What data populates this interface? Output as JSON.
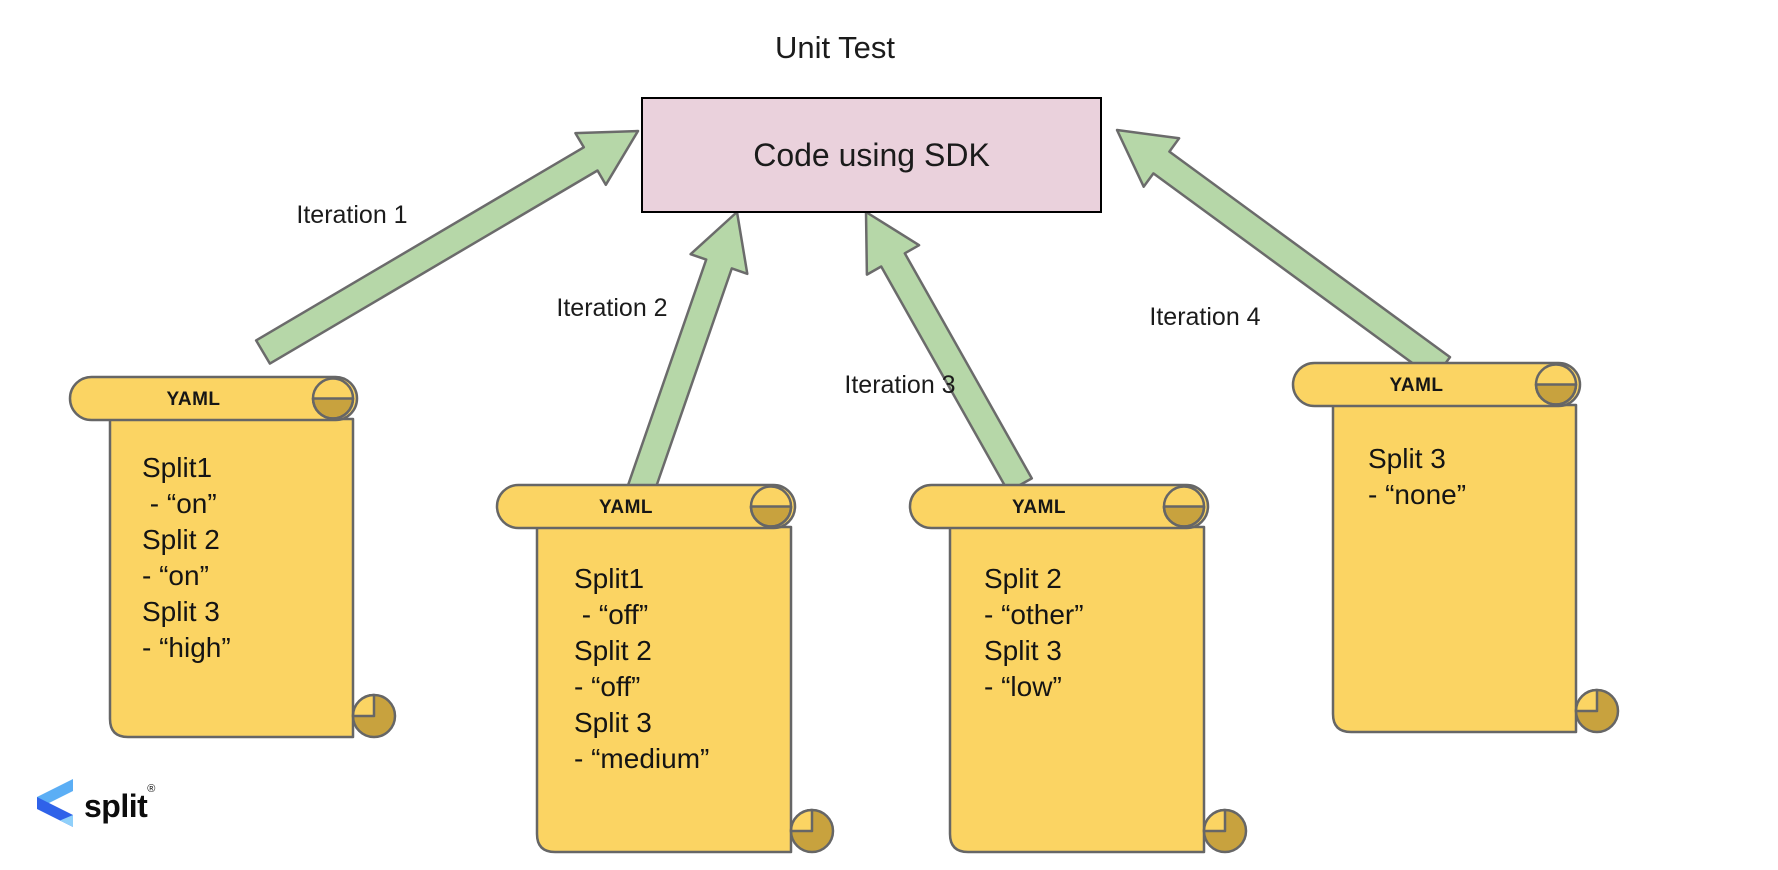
{
  "title": "Unit Test",
  "box": {
    "label": "Code using SDK"
  },
  "arrows": [
    {
      "label": "Iteration 1"
    },
    {
      "label": "Iteration 2"
    },
    {
      "label": "Iteration 3"
    },
    {
      "label": "Iteration 4"
    }
  ],
  "scrolls": [
    {
      "header": "YAML",
      "lines": [
        "Split1",
        " - “on”",
        "Split 2",
        "- “on”",
        "Split 3",
        "- “high”"
      ]
    },
    {
      "header": "YAML",
      "lines": [
        "Split1",
        " - “off”",
        "Split 2",
        "- “off”",
        "Split 3",
        "- “medium”"
      ]
    },
    {
      "header": "YAML",
      "lines": [
        "Split 2",
        "- “other”",
        "Split 3",
        "- “low”"
      ]
    },
    {
      "header": "YAML",
      "lines": [
        "Split 3",
        "- “none”"
      ]
    }
  ],
  "logo": {
    "text": "split",
    "registered": "®"
  },
  "colors": {
    "scroll_fill": "#FBD463",
    "scroll_curl": "#C8A23E",
    "scroll_border": "#666666",
    "arrow_fill": "#B6D7A8",
    "arrow_border": "#6B6B6B",
    "box_fill": "#EAD1DC",
    "box_border": "#000000",
    "logo_blue_light": "#5BAEF5",
    "logo_blue_dark": "#2F62E9",
    "text": "#1B1B1B"
  }
}
